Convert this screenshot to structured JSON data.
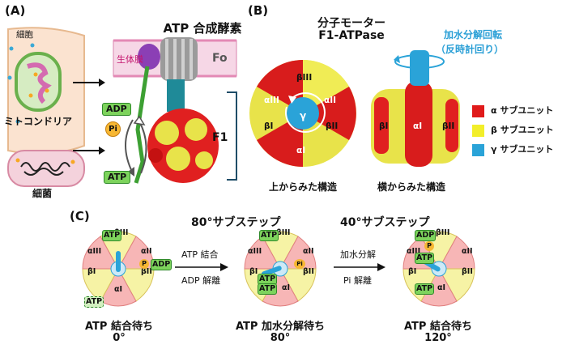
{
  "panel_a": {
    "label": "(A)",
    "title": "ATP 合成酵素",
    "membrane": "生体膜",
    "fo": "Fo",
    "f1": "F1",
    "cell": "細胞",
    "mito": "ミトコンドリア",
    "bacteria": "細菌",
    "adp": "ADP",
    "pi": "Pi",
    "atp": "ATP"
  },
  "panel_b": {
    "label": "(B)",
    "title_line1": "分子モーター",
    "title_line2": "F1-ATPase",
    "rotation_line1": "加水分解回転",
    "rotation_line2": "（反時計回り）",
    "top_view": "上からみた構造",
    "side_view": "横からみた構造",
    "beta3": "βIII",
    "alpha3": "αIII",
    "alpha2": "αII",
    "gamma": "γ",
    "beta1": "βI",
    "beta2": "βII",
    "alpha1": "αI"
  },
  "legend": {
    "items": [
      {
        "label": "α サブユニット",
        "color": "#e01a1a"
      },
      {
        "label": "β サブユニット",
        "color": "#f2ee2a"
      },
      {
        "label": "γ サブユニット",
        "color": "#2aa3d8"
      }
    ]
  },
  "panel_c": {
    "label": "(C)",
    "step1": "80°サブステップ",
    "step2": "40°サブステップ",
    "arrow1_top": "ATP 結合",
    "arrow1_bottom": "ADP 解離",
    "arrow2_top": "加水分解",
    "arrow2_bottom": "Pi 解離",
    "state1_line1": "ATP 結合待ち",
    "state1_line2": "0°",
    "state2_line1": "ATP 加水分解待ち",
    "state2_line2": "80°",
    "state3_line1": "ATP 結合待ち",
    "state3_line2": "120°",
    "atp": "ATP",
    "adp": "ADP",
    "p": "P",
    "pi": "Pi",
    "b3": "βIII",
    "a3": "αIII",
    "a2": "αII",
    "b2": "βII",
    "a1": "αI",
    "b1": "βI"
  }
}
